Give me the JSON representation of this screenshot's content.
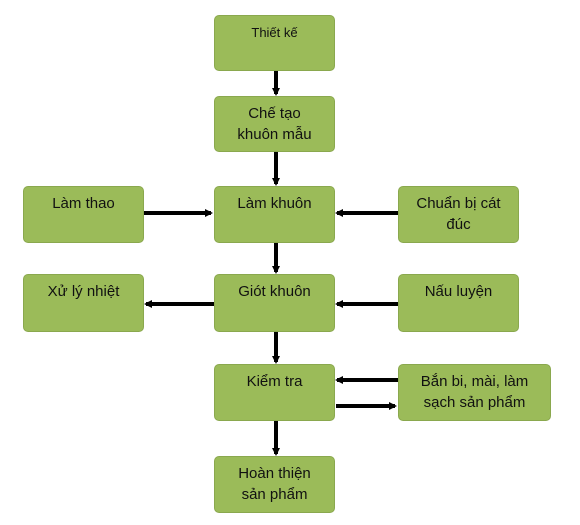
{
  "diagram": {
    "nodes": [
      {
        "id": "thiet-ke",
        "label": "Thiết kế"
      },
      {
        "id": "che-tao-khuon-mau",
        "label": "Chế tạo\nkhuôn mẫu"
      },
      {
        "id": "lam-khuon",
        "label": "Làm khuôn"
      },
      {
        "id": "lam-thao",
        "label": "Làm thao"
      },
      {
        "id": "chuan-bi-cat-duc",
        "label": "Chuẩn bị cát\nđúc"
      },
      {
        "id": "giot-khuon",
        "label": "Giót khuôn"
      },
      {
        "id": "xu-ly-nhiet",
        "label": "Xử lý nhiệt"
      },
      {
        "id": "nau-luyen",
        "label": "Nấu luyện"
      },
      {
        "id": "kiem-tra",
        "label": "Kiểm tra"
      },
      {
        "id": "ban-bi-mai-lam-sach",
        "label": "Bắn bi, mài, làm\nsạch sản phẩm"
      },
      {
        "id": "hoan-thien-san-pham",
        "label": "Hoàn thiện\nsản phẩm"
      }
    ],
    "edges": [
      {
        "from": "thiet-ke",
        "to": "che-tao-khuon-mau"
      },
      {
        "from": "che-tao-khuon-mau",
        "to": "lam-khuon"
      },
      {
        "from": "lam-thao",
        "to": "lam-khuon"
      },
      {
        "from": "chuan-bi-cat-duc",
        "to": "lam-khuon"
      },
      {
        "from": "lam-khuon",
        "to": "giot-khuon"
      },
      {
        "from": "giot-khuon",
        "to": "xu-ly-nhiet"
      },
      {
        "from": "nau-luyen",
        "to": "giot-khuon"
      },
      {
        "from": "giot-khuon",
        "to": "kiem-tra"
      },
      {
        "from": "ban-bi-mai-lam-sach",
        "to": "kiem-tra"
      },
      {
        "from": "kiem-tra",
        "to": "ban-bi-mai-lam-sach"
      },
      {
        "from": "kiem-tra",
        "to": "hoan-thien-san-pham"
      }
    ],
    "colors": {
      "node_fill": "#9bbb59",
      "node_border": "#8aa84e",
      "arrow": "#000000"
    }
  }
}
